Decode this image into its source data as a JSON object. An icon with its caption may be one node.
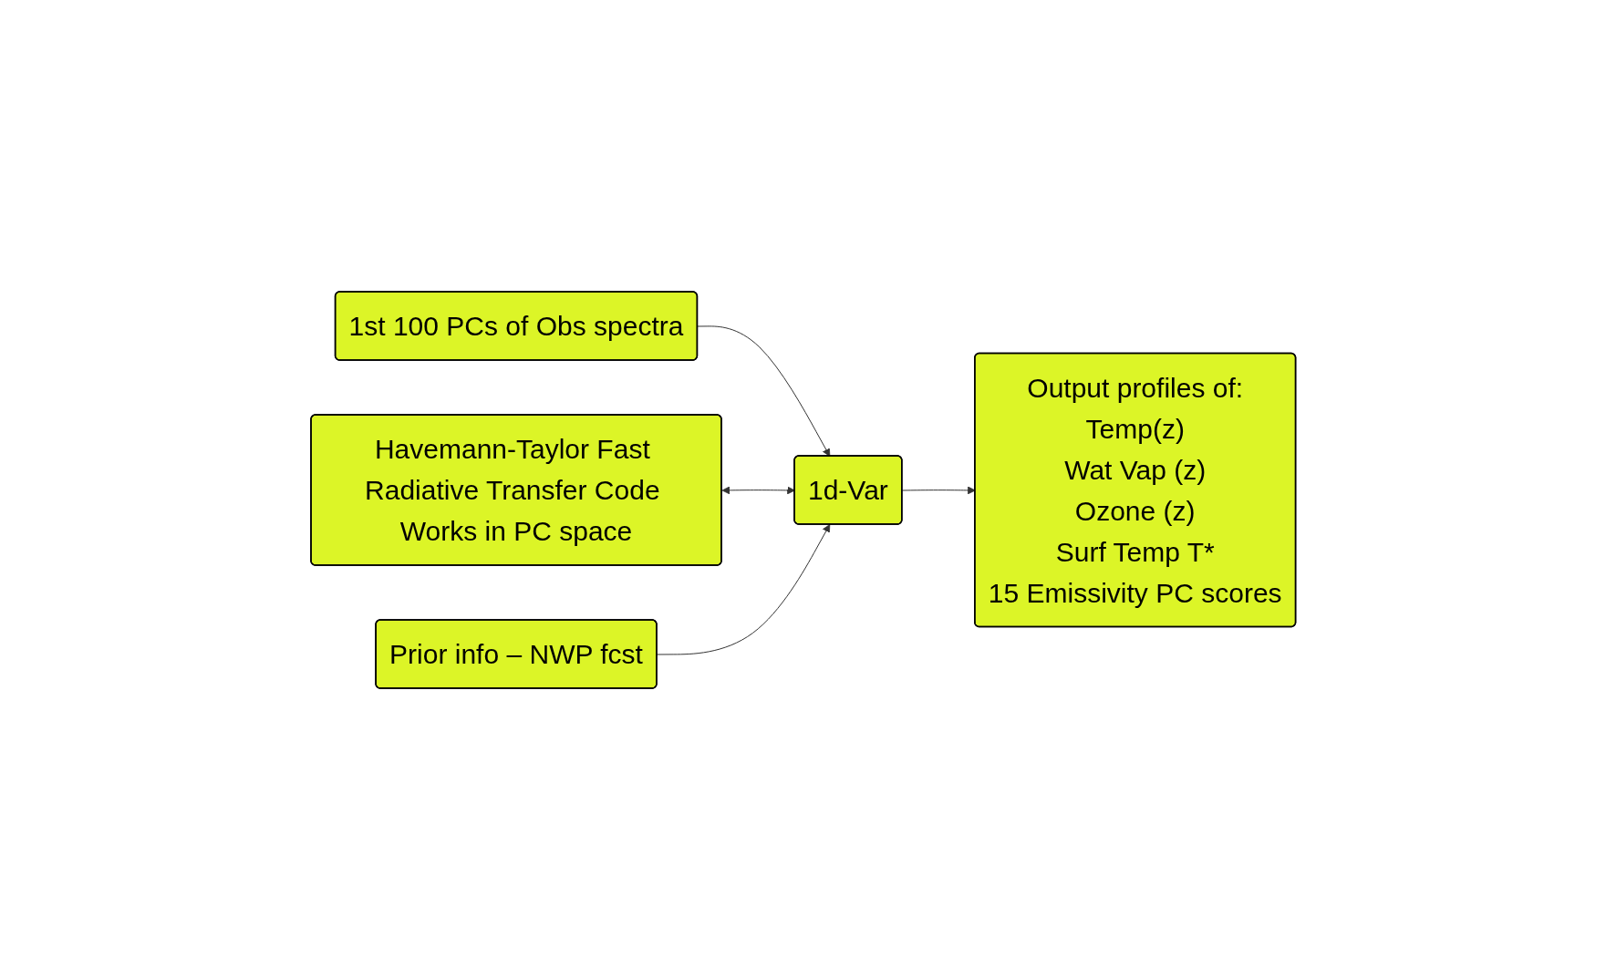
{
  "diagram": {
    "nodes": [
      {
        "text": [
          "1st 100 PCs of Obs spectra"
        ]
      },
      {
        "text": [
          "Havemann-Taylor Fast Radiative Transfer Code Works in PC space"
        ]
      },
      {
        "text": [
          "1d-Var"
        ]
      },
      {
        "text": [
          "Prior info – NWP fcst"
        ]
      },
      {
        "text": [
          "Output profiles of:",
          "Temp(z)",
          "Wat Vap (z)",
          "Ozone (z)",
          "Surf Temp T*",
          "15 Emissivity PC scores"
        ]
      }
    ],
    "edges": [
      {
        "from": 0,
        "to": 2,
        "arrow": "to"
      },
      {
        "from": 1,
        "to": 2,
        "arrow": "both"
      },
      {
        "from": 3,
        "to": 2,
        "arrow": "to"
      },
      {
        "from": 2,
        "to": 4,
        "arrow": "to"
      }
    ]
  }
}
